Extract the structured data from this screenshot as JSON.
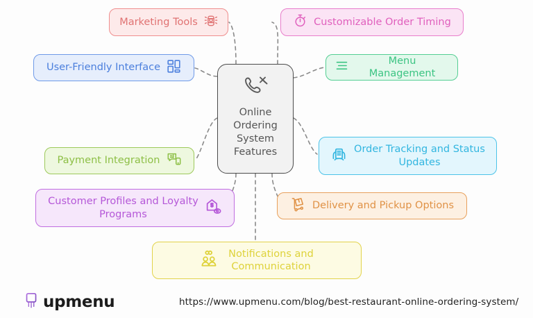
{
  "diagram": {
    "type": "mind-map",
    "background_color": "#fdfdfd",
    "connector_color": "#8a8a8a",
    "connector_style": "dashed-curved",
    "center": {
      "title": "Online\nOrdering\nSystem\nFeatures",
      "icon": "phone-fork-knife-icon",
      "fill": "#f2f2f2",
      "border": "#4a4a4a",
      "text_color": "#555555"
    },
    "branches": [
      {
        "id": "marketing-tools",
        "label": "Marketing Tools",
        "icon": "megaphone-icon",
        "icon_side": "right",
        "fill": "#fdeaea",
        "border": "#ef8e8e",
        "text_color": "#e07272"
      },
      {
        "id": "customizable-order-timing",
        "label": "Customizable Order Timing",
        "icon": "stopwatch-icon",
        "icon_side": "left",
        "fill": "#fbe4f5",
        "border": "#e87ecb",
        "text_color": "#e060bd"
      },
      {
        "id": "user-friendly-interface",
        "label": "User-Friendly Interface",
        "icon": "layout-grid-icon",
        "icon_side": "right",
        "fill": "#e6eefc",
        "border": "#6f9ae8",
        "text_color": "#4b7fdd"
      },
      {
        "id": "menu-management",
        "label": "Menu Management",
        "icon": "list-lines-icon",
        "icon_side": "left",
        "fill": "#e3f8ec",
        "border": "#54ce93",
        "text_color": "#3cc483"
      },
      {
        "id": "payment-integration",
        "label": "Payment Integration",
        "icon": "payment-bubble-icon",
        "icon_side": "right",
        "fill": "#eef8df",
        "border": "#9dc95b",
        "text_color": "#8dbf46"
      },
      {
        "id": "order-tracking-and-status-updates",
        "label": "Order Tracking and Status\nUpdates",
        "icon": "package-tracking-icon",
        "icon_side": "left",
        "fill": "#e3f6fd",
        "border": "#4cc3e8",
        "text_color": "#32b6e0"
      },
      {
        "id": "customer-profiles-and-loyalty-programs",
        "label": "Customer Profiles and Loyalty\nPrograms",
        "icon": "loyalty-house-icon",
        "icon_side": "right",
        "fill": "#f6e7fb",
        "border": "#c06de0",
        "text_color": "#b558d8"
      },
      {
        "id": "delivery-and-pickup-options",
        "label": "Delivery and Pickup Options",
        "icon": "delivery-cart-icon",
        "icon_side": "left",
        "fill": "#fdf0e2",
        "border": "#e8a05c",
        "text_color": "#e09246"
      },
      {
        "id": "notifications-and-communication",
        "label": "Notifications and\nCommunication",
        "icon": "people-group-icon",
        "icon_side": "left",
        "fill": "#fdfbe3",
        "border": "#e2d34a",
        "text_color": "#ded23a"
      }
    ]
  },
  "footer": {
    "brand_name": "upmenu",
    "brand_icon": "upmenu-logo-icon",
    "url": "https://www.upmenu.com/blog/best-restaurant-online-ordering-system/"
  }
}
